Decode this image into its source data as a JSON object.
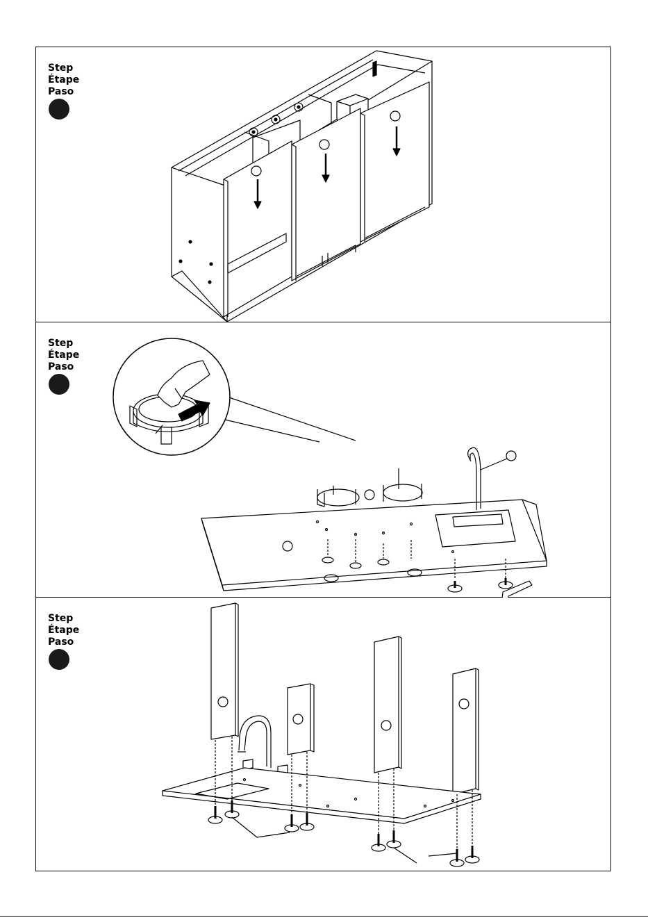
{
  "steps": [
    {
      "lines": [
        "Step",
        "Étape",
        "Paso"
      ]
    },
    {
      "lines": [
        "Step",
        "Étape",
        "Paso"
      ]
    },
    {
      "lines": [
        "Step",
        "Étape",
        "Paso"
      ]
    }
  ],
  "colors": {
    "ink": "#000000",
    "dot": "#1a1a1a",
    "paper": "#ffffff"
  }
}
